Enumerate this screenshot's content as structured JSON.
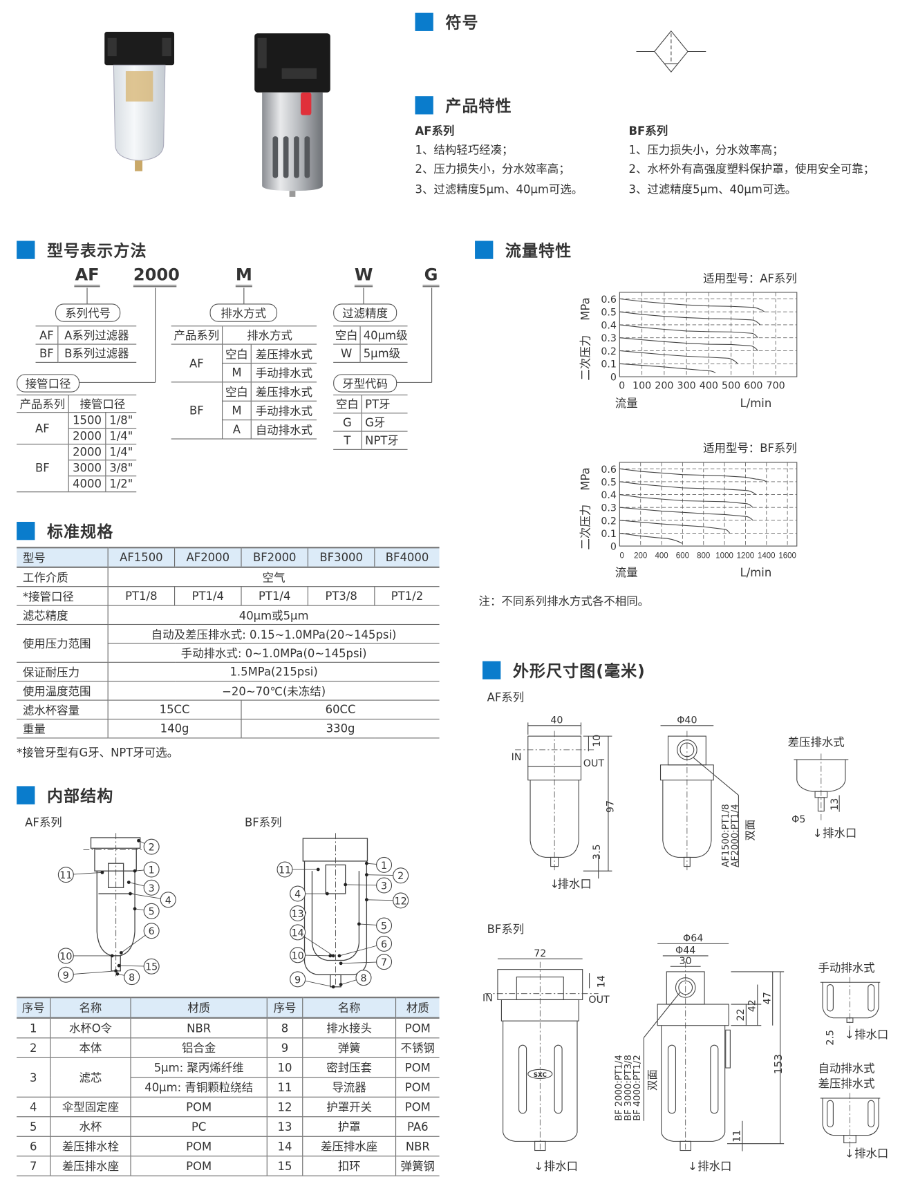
{
  "symbol": {
    "title": "符号"
  },
  "features": {
    "title": "产品特性",
    "af": {
      "title": "AF系列",
      "items": [
        "1、结构轻巧经凑；",
        "2、压力损失小，分水效率高；",
        "3、过滤精度5μm、40μm可选。"
      ]
    },
    "bf": {
      "title": "BF系列",
      "items": [
        "1、压力损失小，分水效率高；",
        "2、水杯外有高强度塑料保护罩，使用安全可靠；",
        "3、过滤精度5μm、40μm可选。"
      ]
    }
  },
  "model_code": {
    "title": "型号表示方法",
    "codes": [
      "AF",
      "2000",
      "M",
      "W",
      "G"
    ],
    "series": {
      "label": "系列代号",
      "rows": [
        [
          "AF",
          "A系列过滤器"
        ],
        [
          "BF",
          "B系列过滤器"
        ]
      ]
    },
    "port": {
      "label": "接管口径",
      "headers": [
        "产品系列",
        "接管口径"
      ],
      "rows": [
        [
          "AF",
          "1500",
          "1/8\""
        ],
        [
          "",
          "2000",
          "1/4\""
        ],
        [
          "BF",
          "2000",
          "1/4\""
        ],
        [
          "",
          "3000",
          "3/8\""
        ],
        [
          "",
          "4000",
          "1/2\""
        ]
      ]
    },
    "drain": {
      "label": "排水方式",
      "headers": [
        "产品系列",
        "排水方式"
      ],
      "rows": [
        [
          "AF",
          "空白",
          "差压排水式"
        ],
        [
          "",
          "M",
          "手动排水式"
        ],
        [
          "BF",
          "空白",
          "差压排水式"
        ],
        [
          "",
          "M",
          "手动排水式"
        ],
        [
          "",
          "A",
          "自动排水式"
        ]
      ]
    },
    "precision": {
      "label": "过滤精度",
      "rows": [
        [
          "空白",
          "40μm级"
        ],
        [
          "W",
          "5μm级"
        ]
      ]
    },
    "thread": {
      "label": "牙型代码",
      "rows": [
        [
          "空白",
          "PT牙"
        ],
        [
          "G",
          "G牙"
        ],
        [
          "T",
          "NPT牙"
        ]
      ]
    }
  },
  "flow": {
    "title": "流量特性",
    "note": "注：不同系列排水方式各不相同。"
  },
  "chart_data": [
    {
      "type": "line",
      "title": "适用型号：AF系列",
      "xlabel": "流量",
      "xunit": "L/min",
      "ylabel": "二次压力",
      "yunit": "MPa",
      "xlim": [
        0,
        795
      ],
      "ylim": [
        0,
        0.65
      ],
      "grid": true,
      "xticks": [
        0,
        100,
        200,
        300,
        400,
        500,
        600,
        700
      ],
      "yticks": [
        0,
        0.1,
        0.2,
        0.3,
        0.4,
        0.5,
        0.6
      ],
      "series": [
        {
          "name": "0.6",
          "points": [
            [
              0,
              0.6
            ],
            [
              100,
              0.58
            ],
            [
              200,
              0.565
            ],
            [
              300,
              0.553
            ],
            [
              400,
              0.545
            ],
            [
              500,
              0.542
            ],
            [
              590,
              0.535
            ],
            [
              650,
              0.5
            ]
          ]
        },
        {
          "name": "0.5",
          "points": [
            [
              0,
              0.5
            ],
            [
              100,
              0.48
            ],
            [
              200,
              0.465
            ],
            [
              300,
              0.455
            ],
            [
              400,
              0.448
            ],
            [
              500,
              0.445
            ],
            [
              590,
              0.438
            ],
            [
              630,
              0.4
            ]
          ]
        },
        {
          "name": "0.4",
          "points": [
            [
              0,
              0.4
            ],
            [
              100,
              0.38
            ],
            [
              200,
              0.365
            ],
            [
              300,
              0.352
            ],
            [
              400,
              0.347
            ],
            [
              500,
              0.345
            ],
            [
              590,
              0.335
            ],
            [
              620,
              0.3
            ]
          ]
        },
        {
          "name": "0.3",
          "points": [
            [
              0,
              0.3
            ],
            [
              100,
              0.285
            ],
            [
              200,
              0.27
            ],
            [
              300,
              0.258
            ],
            [
              400,
              0.25
            ],
            [
              500,
              0.248
            ],
            [
              585,
              0.238
            ],
            [
              620,
              0.2
            ]
          ]
        },
        {
          "name": "0.2",
          "points": [
            [
              0,
              0.2
            ],
            [
              100,
              0.185
            ],
            [
              200,
              0.17
            ],
            [
              300,
              0.158
            ],
            [
              400,
              0.15
            ],
            [
              480,
              0.143
            ],
            [
              530,
              0.1
            ]
          ]
        },
        {
          "name": "0.1",
          "points": [
            [
              0,
              0.1
            ],
            [
              100,
              0.088
            ],
            [
              200,
              0.075
            ],
            [
              300,
              0.06
            ],
            [
              400,
              0.045
            ],
            [
              430,
              0.03
            ]
          ]
        }
      ]
    },
    {
      "type": "line",
      "title": "适用型号：BF系列",
      "xlabel": "流量",
      "xunit": "L/min",
      "ylabel": "二次压力",
      "yunit": "MPa",
      "xlim": [
        0,
        1690
      ],
      "ylim": [
        0,
        0.65
      ],
      "grid": true,
      "xticks": [
        0,
        200,
        400,
        600,
        800,
        1000,
        1200,
        1400,
        1600
      ],
      "yticks": [
        0,
        0.1,
        0.2,
        0.3,
        0.4,
        0.5,
        0.6
      ],
      "series": [
        {
          "name": "0.6",
          "points": [
            [
              0,
              0.6
            ],
            [
              200,
              0.58
            ],
            [
              600,
              0.555
            ],
            [
              1000,
              0.545
            ],
            [
              1200,
              0.535
            ],
            [
              1300,
              0.52
            ],
            [
              1400,
              0.5
            ]
          ]
        },
        {
          "name": "0.5",
          "points": [
            [
              0,
              0.5
            ],
            [
              200,
              0.48
            ],
            [
              600,
              0.452
            ],
            [
              1000,
              0.442
            ],
            [
              1200,
              0.432
            ],
            [
              1300,
              0.4
            ]
          ]
        },
        {
          "name": "0.4",
          "points": [
            [
              0,
              0.4
            ],
            [
              200,
              0.378
            ],
            [
              600,
              0.352
            ],
            [
              1000,
              0.345
            ],
            [
              1200,
              0.33
            ],
            [
              1270,
              0.3
            ]
          ]
        },
        {
          "name": "0.3",
          "points": [
            [
              0,
              0.3
            ],
            [
              400,
              0.272
            ],
            [
              800,
              0.252
            ],
            [
              1000,
              0.245
            ],
            [
              1200,
              0.23
            ],
            [
              1270,
              0.2
            ]
          ]
        },
        {
          "name": "0.2",
          "points": [
            [
              0,
              0.2
            ],
            [
              400,
              0.172
            ],
            [
              800,
              0.15
            ],
            [
              1000,
              0.13
            ],
            [
              1050,
              0.1
            ]
          ]
        },
        {
          "name": "0.1",
          "points": [
            [
              0,
              0.1
            ],
            [
              200,
              0.078
            ],
            [
              400,
              0.062
            ],
            [
              600,
              0.02
            ]
          ]
        }
      ]
    }
  ],
  "spec": {
    "title": "标准规格",
    "headers": [
      "型号",
      "AF1500",
      "AF2000",
      "BF2000",
      "BF3000",
      "BF4000"
    ],
    "medium": {
      "label": "工作介质",
      "value": "空气"
    },
    "port": {
      "label": "*接管口径",
      "values": [
        "PT1/8",
        "PT1/4",
        "PT1/4",
        "PT3/8",
        "PT1/2"
      ]
    },
    "filter": {
      "label": "滤芯精度",
      "value": "40μm或5μm"
    },
    "pressure": {
      "label": "使用压力范围",
      "auto": "自动及差压排水式: 0.15~1.0MPa(20~145psi)",
      "manual": "手动排水式: 0~1.0MPa(0~145psi)"
    },
    "proof": {
      "label": "保证耐压力",
      "value": "1.5MPa(215psi)"
    },
    "temp": {
      "label": "使用温度范围",
      "value": "−20~70℃(未冻结)"
    },
    "bowl": {
      "label": "滤水杯容量",
      "values": [
        "15CC",
        "60CC"
      ]
    },
    "weight": {
      "label": "重量",
      "values": [
        "140g",
        "330g"
      ]
    },
    "footnote": "*接管牙型有G牙、NPT牙可选。"
  },
  "internal": {
    "title": "内部结构",
    "af_label": "AF系列",
    "bf_label": "BF系列",
    "af_callouts": [
      "2",
      "11",
      "1",
      "3",
      "4",
      "5",
      "6",
      "10",
      "15",
      "9",
      "8"
    ],
    "bf_callouts": [
      "11",
      "1",
      "2",
      "4",
      "3",
      "12",
      "13",
      "5",
      "14",
      "6",
      "10",
      "7",
      "9",
      "8"
    ],
    "parts_headers": [
      "序号",
      "名称",
      "材质",
      "序号",
      "名称",
      "材质"
    ],
    "parts": [
      [
        "1",
        "水杯O令",
        "NBR",
        "8",
        "排水接头",
        "POM"
      ],
      [
        "2",
        "本体",
        "铝合金",
        "9",
        "弹簧",
        "不锈钢"
      ],
      [
        "3",
        "滤芯",
        "5μm: 聚丙烯纤维",
        "10",
        "密封压套",
        "POM"
      ],
      [
        "",
        "",
        "40μm: 青铜颗粒绕结",
        "11",
        "导流器",
        "POM"
      ],
      [
        "4",
        "伞型固定座",
        "POM",
        "12",
        "护罩开关",
        "POM"
      ],
      [
        "5",
        "水杯",
        "PC",
        "13",
        "护罩",
        "PA6"
      ],
      [
        "6",
        "差压排水栓",
        "POM",
        "14",
        "差压排水座",
        "NBR"
      ],
      [
        "7",
        "差压排水座",
        "POM",
        "15",
        "扣环",
        "弹簧钢"
      ]
    ]
  },
  "dimensions": {
    "title": "外形尺寸图(毫米)",
    "af": {
      "label": "AF系列",
      "width": "40",
      "top": "10",
      "in": "IN",
      "out": "OUT",
      "height": "97",
      "bottom": "3.5",
      "drain": "排水口",
      "dia": "Φ40",
      "port1": "AF1500:PT1/8",
      "port2": "AF2000:PT1/4",
      "both": "双面",
      "diff_title": "差压排水式",
      "diff_h": "13",
      "diff_d": "Φ5",
      "diff_drain": "排水口"
    },
    "bf": {
      "label": "BF系列",
      "width": "72",
      "top": "14",
      "in": "IN",
      "out": "OUT",
      "drain": "排水口",
      "logo": "SXC",
      "d64": "Φ64",
      "d44": "Φ44",
      "w30": "30",
      "h22": "22",
      "h42": "42",
      "h47": "47",
      "h153": "153",
      "h11": "11",
      "port1": "BF 2000:PT1/4",
      "port2": "BF 3000:PT3/8",
      "port3": "BF 4000:PT1/2",
      "both": "双面",
      "drain2": "排水口",
      "manual_title": "手动排水式",
      "manual_h": "2.5",
      "manual_drain": "排水口",
      "auto_title1": "自动排水式",
      "auto_title2": "差压排水式",
      "auto_drain": "排水口"
    }
  },
  "colors": {
    "accent": "#0a7ccc",
    "table_header": "#dcebf8",
    "cap": "#1c1c1c",
    "red_tab": "#e0303a"
  }
}
